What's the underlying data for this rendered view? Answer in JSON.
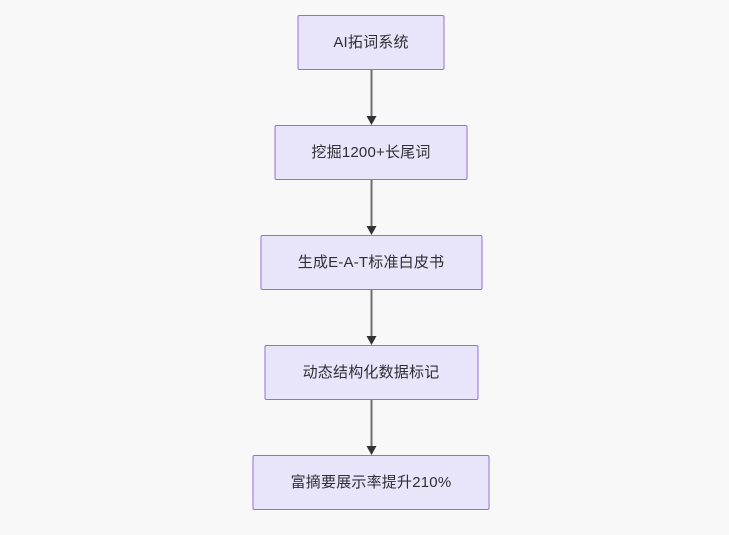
{
  "diagram": {
    "type": "flowchart",
    "orientation": "top-to-bottom",
    "background_color": "#f8f8f8",
    "node_fill_color": "#e8e5fa",
    "node_border_color": "#9370d8",
    "node_text_color": "#2e2e33",
    "connector_color": "#6f6f6f",
    "arrowhead_color": "#333333",
    "nodes": [
      {
        "id": "n1",
        "label": "AI拓词系统"
      },
      {
        "id": "n2",
        "label": "挖掘1200+长尾词"
      },
      {
        "id": "n3",
        "label": "生成E-A-T标准白皮书"
      },
      {
        "id": "n4",
        "label": "动态结构化数据标记"
      },
      {
        "id": "n5",
        "label": "富摘要展示率提升210%"
      }
    ],
    "edges": [
      {
        "from": "n1",
        "to": "n2",
        "label": ""
      },
      {
        "from": "n2",
        "to": "n3",
        "label": ""
      },
      {
        "from": "n3",
        "to": "n4",
        "label": ""
      },
      {
        "from": "n4",
        "to": "n5",
        "label": ""
      }
    ]
  }
}
